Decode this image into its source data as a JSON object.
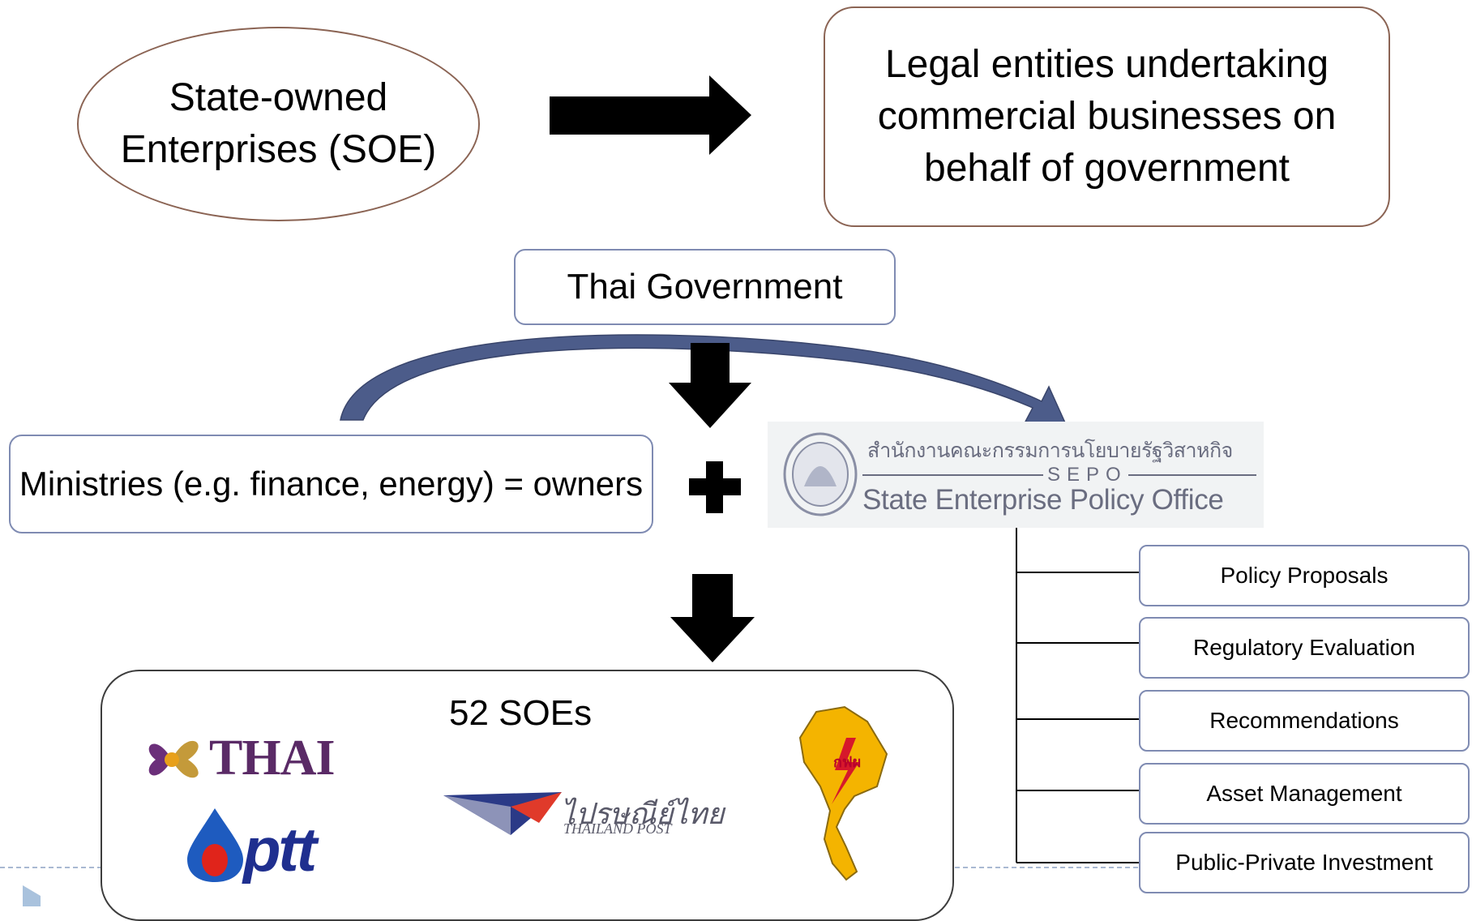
{
  "soe": {
    "label": "State-owned Enterprises (SOE)"
  },
  "definition": {
    "label": "Legal entities undertaking commercial businesses on behalf of government"
  },
  "government": {
    "label": "Thai Government"
  },
  "ministries": {
    "label": "Ministries (e.g. finance, energy) = owners"
  },
  "sepo": {
    "thai_name": "สำนักงานคณะกรรมการนโยบายรัฐวิสาหกิจ",
    "abbr": "SEPO",
    "english_name": "State Enterprise Policy Office",
    "functions": [
      "Policy Proposals",
      "Regulatory Evaluation",
      "Recommendations",
      "Asset Management",
      "Public-Private Investment"
    ]
  },
  "soes": {
    "title": "52 SOEs",
    "logos": {
      "thai_airways": "THAI",
      "ptt": "ptt",
      "thailand_post_thai": "ไปรษณีย์ไทย",
      "thailand_post_en": "THAILAND POST",
      "egat": "กฟผ"
    }
  },
  "colors": {
    "ellipse_border": "#8b6454",
    "box_border": "#7f8bb2",
    "curve_arrow": "#4c5c8a",
    "arrows": "#000000"
  }
}
